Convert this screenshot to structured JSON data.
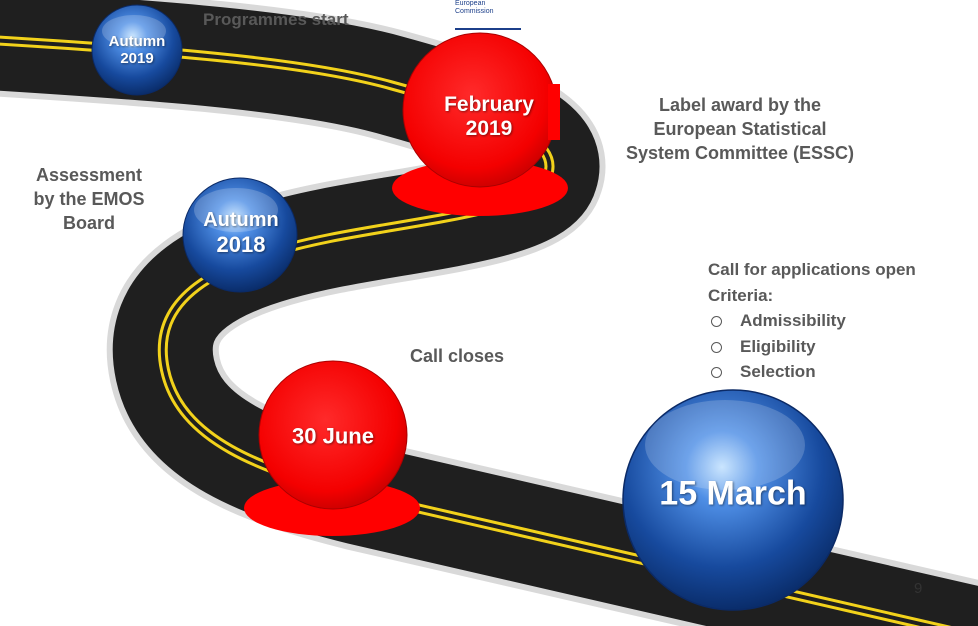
{
  "logo": {
    "line1": "European",
    "line2": "Commission"
  },
  "milestones": [
    {
      "id": "autumn-2019",
      "line1": "Autumn",
      "line2": "2019",
      "color": "blue"
    },
    {
      "id": "february-2019",
      "line1": "February",
      "line2": "2019",
      "color": "red"
    },
    {
      "id": "autumn-2018",
      "line1": "Autumn",
      "line2": "2018",
      "color": "blue"
    },
    {
      "id": "30-june",
      "line1": "30 June",
      "line2": "",
      "color": "red"
    },
    {
      "id": "15-march",
      "line1": "15 March",
      "line2": "",
      "color": "blue"
    }
  ],
  "labels": {
    "programmes_start": "Programmes  start",
    "label_award": [
      "Label award by the",
      "European  Statistical",
      "System Committee  (ESSC)"
    ],
    "assessment": [
      "Assessment",
      "by the EMOS",
      "Board"
    ],
    "call_closes": "Call  closes",
    "call_open": [
      "Call for applications  open",
      "Criteria:"
    ],
    "criteria": [
      "Admissibility",
      "Eligibility",
      "Selection"
    ]
  },
  "page_number": "9",
  "colors": {
    "road": "#1f1f1f",
    "road_edge": "#dcdcdc",
    "lane": "#f2d21b",
    "red_ball": "#ff0000",
    "blue_ball": "#1b54b0",
    "text": "#595959"
  }
}
